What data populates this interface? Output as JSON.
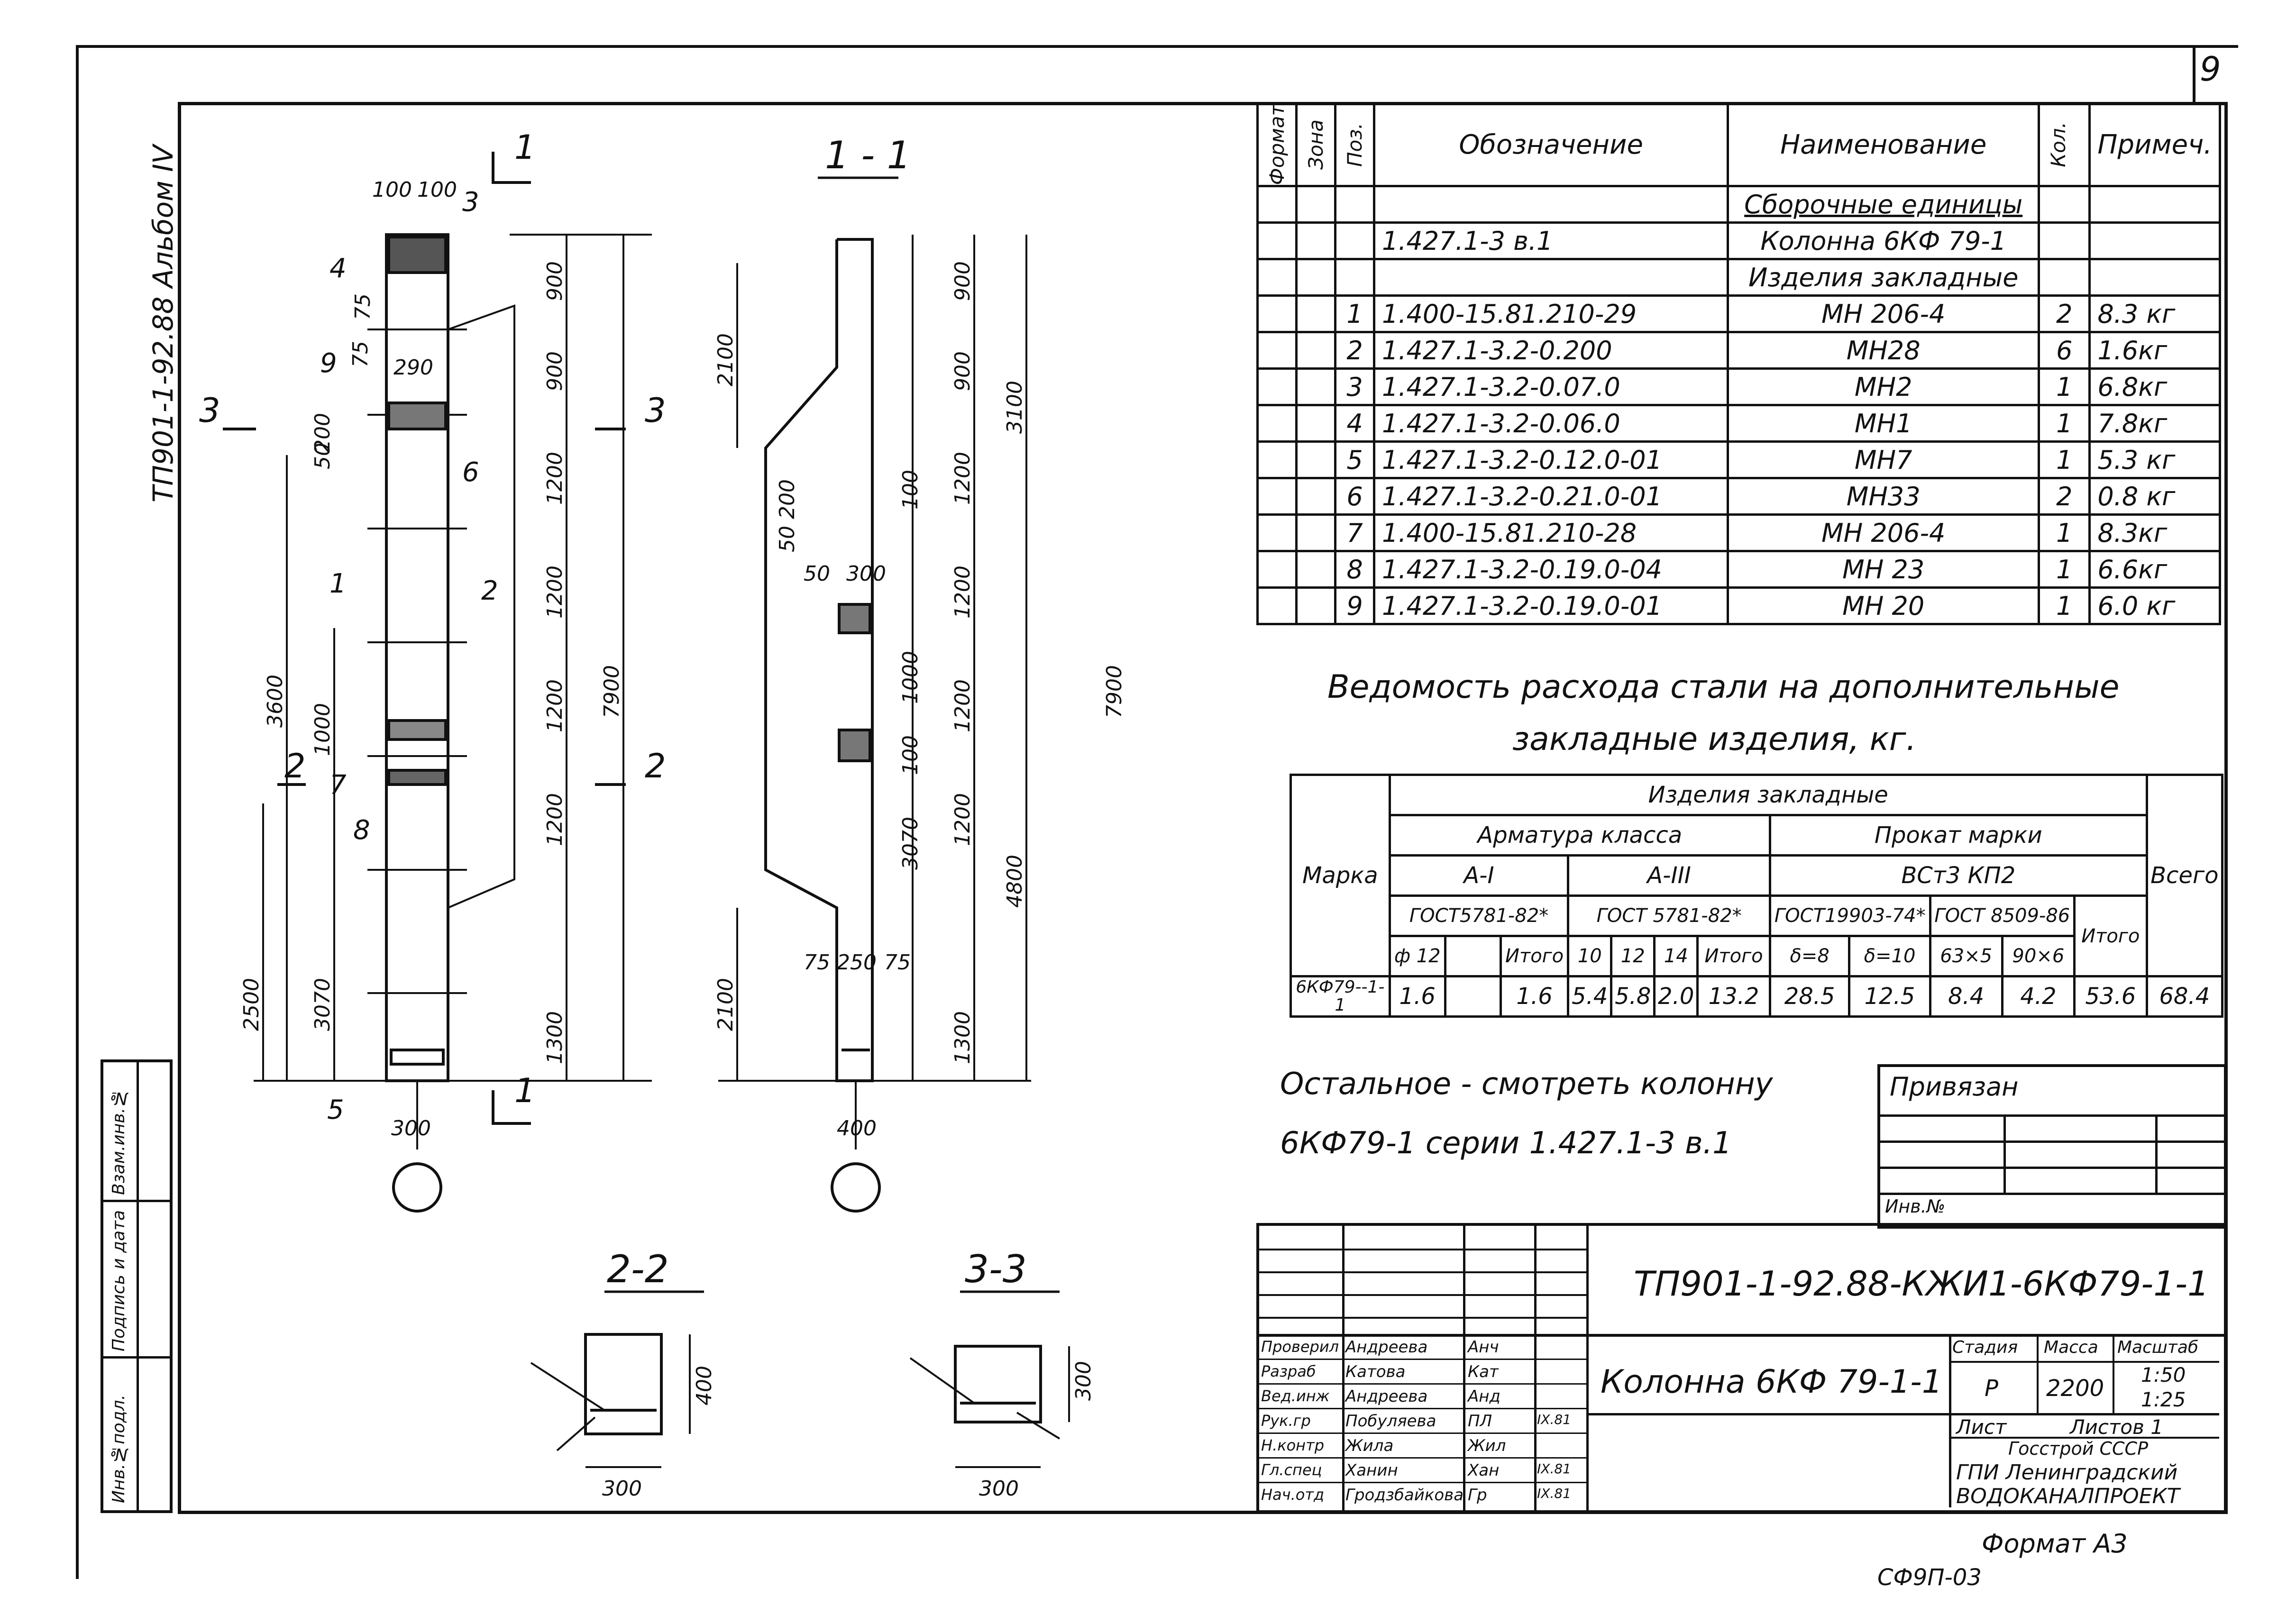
{
  "sheet_number": "9",
  "album_label": "ТП901-1-92.88 Альбом IV",
  "side_labels": [
    "Взам.инв.№",
    "Подпись и дата",
    "Инв.№подл."
  ],
  "spec_table": {
    "headers": {
      "format": "Формат",
      "zone": "Зона",
      "pos": "Поз.",
      "designation": "Обозначение",
      "name": "Наименование",
      "qty": "Кол.",
      "note": "Примеч."
    },
    "rows": [
      {
        "pos": "",
        "designation": "",
        "name": "Сборочные единицы",
        "qty": "",
        "note": ""
      },
      {
        "pos": "",
        "designation": "1.427.1-3  в.1",
        "name": "Колонна 6КФ 79-1",
        "qty": "",
        "note": ""
      },
      {
        "pos": "",
        "designation": "",
        "name": "Изделия закладные",
        "qty": "",
        "note": ""
      },
      {
        "pos": "1",
        "designation": "1.400-15.81.210-29",
        "name": "МН 206-4",
        "qty": "2",
        "note": "8.3 кг"
      },
      {
        "pos": "2",
        "designation": "1.427.1-3.2-0.200",
        "name": "МН28",
        "qty": "6",
        "note": "1.6кг"
      },
      {
        "pos": "3",
        "designation": "1.427.1-3.2-0.07.0",
        "name": "МН2",
        "qty": "1",
        "note": "6.8кг"
      },
      {
        "pos": "4",
        "designation": "1.427.1-3.2-0.06.0",
        "name": "МН1",
        "qty": "1",
        "note": "7.8кг"
      },
      {
        "pos": "5",
        "designation": "1.427.1-3.2-0.12.0-01",
        "name": "МН7",
        "qty": "1",
        "note": "5.3 кг"
      },
      {
        "pos": "6",
        "designation": "1.427.1-3.2-0.21.0-01",
        "name": "МН33",
        "qty": "2",
        "note": "0.8 кг"
      },
      {
        "pos": "7",
        "designation": "1.400-15.81.210-28",
        "name": "МН 206-4",
        "qty": "1",
        "note": "8.3кг"
      },
      {
        "pos": "8",
        "designation": "1.427.1-3.2-0.19.0-04",
        "name": "МН 23",
        "qty": "1",
        "note": "6.6кг"
      },
      {
        "pos": "9",
        "designation": "1.427.1-3.2-0.19.0-01",
        "name": "МН 20",
        "qty": "1",
        "note": "6.0 кг"
      }
    ]
  },
  "steel_title_1": "Ведомость расхода стали на дополнительные",
  "steel_title_2": "закладные изделия, кг.",
  "steel_table": {
    "marka": "Марка",
    "izdelia": "Изделия закладные",
    "armatura": "Арматура класса",
    "prokat": "Прокат марки",
    "vsego": "Всего",
    "a1": "А-I",
    "a3": "А-III",
    "vst": "ВСт3 КП2",
    "gost1": "ГОСТ5781-82*",
    "gost2": "ГОСТ 5781-82*",
    "gost3": "ГОСТ19903-74*",
    "gost4": "ГОСТ 8509-86",
    "cols": [
      "ф 12",
      "",
      "Итого",
      "10",
      "12",
      "14",
      "Итого",
      "δ=8",
      "δ=10",
      "63×5",
      "90×6",
      "Итого"
    ],
    "row_mark": "6КФ79--1-1",
    "row_values": [
      "1.6",
      "",
      "1.6",
      "5.4",
      "5.8",
      "2.0",
      "13.2",
      "28.5",
      "12.5",
      "8.4",
      "4.2",
      "53.6"
    ],
    "row_total": "68.4"
  },
  "note_line_1": "Остальное - смотреть колонну",
  "note_line_2": "6КФ79-1 серии 1.427.1-3 в.1",
  "privyazan": "Привязан",
  "inv_no": "Инв.№",
  "title_block": {
    "code": "ТП901-1-92.88-КЖИ1-6КФ79-1-1",
    "name": "Колонна 6КФ 79-1-1",
    "stage_h": "Стадия",
    "mass_h": "Масса",
    "scale_h": "Масштаб",
    "stage": "Р",
    "mass": "2200",
    "scale_1": "1:50",
    "scale_2": "1:25",
    "sheet_h": "Лист",
    "sheets_h": "Листов 1",
    "org_1": "Госстрой СССР",
    "org_2": "ГПИ Ленинградский",
    "org_3": "ВОДОКАНАЛПРОЕКТ",
    "people": [
      {
        "role": "Проверил",
        "name": "Андреева",
        "sign": "Анч",
        "date": ""
      },
      {
        "role": "Разраб",
        "name": "Катова",
        "sign": "Кат",
        "date": ""
      },
      {
        "role": "Вед.инж",
        "name": "Андреева",
        "sign": "Анд",
        "date": ""
      },
      {
        "role": "Рук.гр",
        "name": "Побуляева",
        "sign": "ПЛ",
        "date": "IX.81"
      },
      {
        "role": "Н.контр",
        "name": "Жила",
        "sign": "Жил",
        "date": ""
      },
      {
        "role": "Гл.спец",
        "name": "Ханин",
        "sign": "Хан",
        "date": "IX.81"
      },
      {
        "role": "Нач.отд",
        "name": "Гродзбайкова",
        "sign": "Гр",
        "date": "IX.81"
      }
    ]
  },
  "format_label": "Формат А3",
  "bottom_code": "СФ9П-03",
  "drawing": {
    "sec11": "1 - 1",
    "sec22": "2-2",
    "sec33": "3-3",
    "cut1": "1",
    "cut2": "2",
    "cut3": "3",
    "dims_main": [
      "900",
      "900",
      "1200",
      "1200",
      "1200",
      "1200",
      "1300",
      "7900",
      "3600",
      "1000",
      "2500",
      "3070",
      "200",
      "50",
      "100",
      "100",
      "75",
      "75",
      "290",
      "300"
    ],
    "dims_sec": [
      "900",
      "900",
      "1200",
      "1200",
      "1200",
      "1200",
      "1300",
      "3100",
      "4800",
      "7900",
      "2100",
      "2100",
      "3070",
      "1000",
      "300",
      "50",
      "250",
      "75",
      "75",
      "400",
      "200",
      "50",
      "100",
      "100"
    ],
    "pos_labels": [
      "1",
      "2",
      "3",
      "4",
      "5",
      "6",
      "7",
      "8",
      "9"
    ],
    "dims_22": [
      "400",
      "300"
    ],
    "dims_33": [
      "300",
      "300"
    ]
  }
}
